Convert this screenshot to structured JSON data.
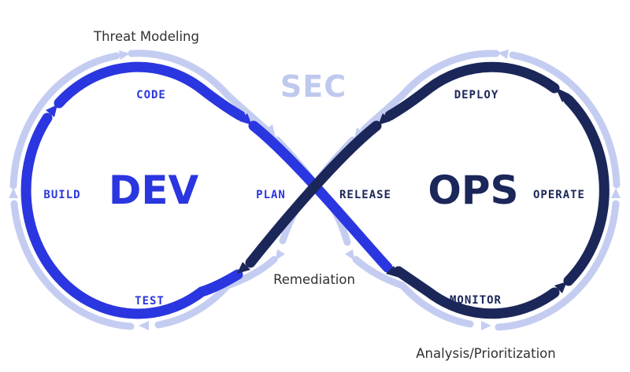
{
  "diagram": {
    "sec_label": "SEC",
    "dev_label": "DEV",
    "ops_label": "OPS",
    "stages": {
      "plan": "PLAN",
      "code": "CODE",
      "build": "BUILD",
      "test": "TEST",
      "release": "RELEASE",
      "deploy": "DEPLOY",
      "operate": "OPERATE",
      "monitor": "MONITOR"
    },
    "annotations": {
      "threat_modeling": "Threat Modeling",
      "remediation": "Remediation",
      "analysis_prioritization": "Analysis/Prioritization"
    },
    "colors": {
      "dev_blue": "#2A36DF",
      "ops_navy": "#1B2759",
      "ring_light": "#C4CDF1",
      "sec_text": "#BFC9EE",
      "annotation_text": "#313131",
      "background": "#FFFFFF"
    }
  }
}
